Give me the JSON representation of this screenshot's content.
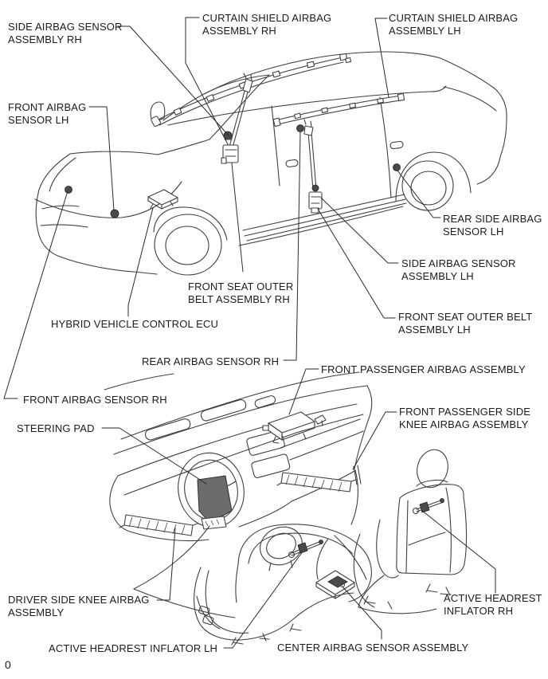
{
  "figure": {
    "type": "airbag-system-component-location-diagram",
    "page_marker": "0",
    "colors": {
      "background": "#ffffff",
      "line_art": "#3f3f3f",
      "leader_line": "#2a2a2a",
      "text": "#1b1b1b",
      "steering_pad_fill": "#6b6b6b",
      "sensor_fill": "#4a4a4a"
    }
  },
  "labels": {
    "side_airbag_sensor_rh": "SIDE AIRBAG SENSOR\nASSEMBLY RH",
    "curtain_shield_rh": "CURTAIN SHIELD AIRBAG\nASSEMBLY RH",
    "curtain_shield_lh": "CURTAIN SHIELD AIRBAG\nASSEMBLY LH",
    "front_airbag_sensor_lh": "FRONT AIRBAG\nSENSOR LH",
    "rear_side_airbag_sensor_lh": "REAR SIDE AIRBAG\nSENSOR LH",
    "side_airbag_sensor_lh": "SIDE AIRBAG SENSOR\nASSEMBLY LH",
    "front_seat_outer_belt_rh": "FRONT SEAT OUTER\nBELT ASSEMBLY RH",
    "front_seat_outer_belt_lh": "FRONT SEAT OUTER BELT\nASSEMBLY LH",
    "hybrid_vehicle_control_ecu": "HYBRID VEHICLE CONTROL ECU",
    "rear_airbag_sensor_rh": "REAR AIRBAG SENSOR RH",
    "front_airbag_sensor_rh": "FRONT AIRBAG SENSOR RH",
    "front_passenger_airbag": "FRONT PASSENGER AIRBAG ASSEMBLY",
    "steering_pad": "STEERING PAD",
    "front_passenger_knee_airbag": "FRONT PASSENGER SIDE\nKNEE AIRBAG ASSEMBLY",
    "driver_knee_airbag": "DRIVER SIDE KNEE AIRBAG\nASSEMBLY",
    "active_headrest_inflator_rh": "ACTIVE HEADREST\nINFLATOR RH",
    "active_headrest_inflator_lh": "ACTIVE HEADREST INFLATOR LH",
    "center_airbag_sensor": "CENTER AIRBAG SENSOR ASSEMBLY"
  }
}
